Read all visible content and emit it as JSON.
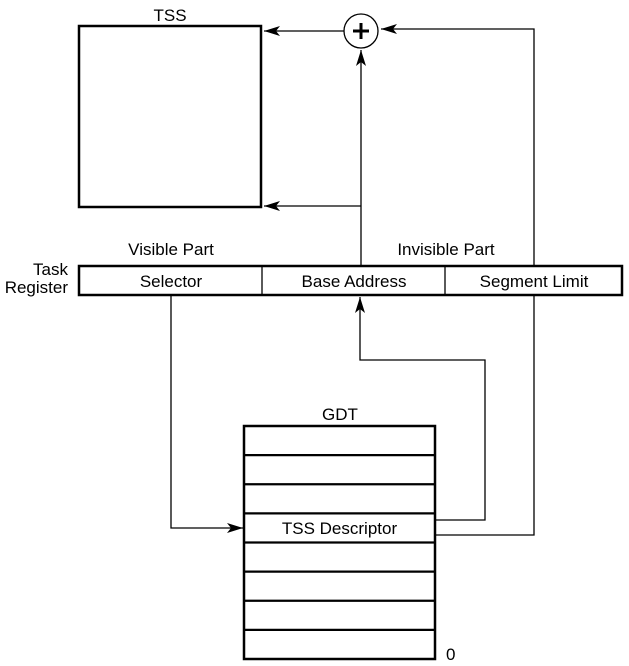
{
  "tss": {
    "label": "TSS"
  },
  "adder": {
    "symbol": "+"
  },
  "task_register": {
    "label_line1": "Task",
    "label_line2": "Register",
    "visible_part_label": "Visible Part",
    "invisible_part_label": "Invisible Part",
    "fields": [
      {
        "label": "Selector"
      },
      {
        "label": "Base Address"
      },
      {
        "label": "Segment Limit"
      }
    ]
  },
  "gdt": {
    "label": "GDT",
    "rows": [
      "",
      "",
      "",
      "TSS Descriptor",
      "",
      "",
      "",
      ""
    ],
    "index_zero_label": "0"
  },
  "colors": {
    "line": "#000000",
    "background": "#ffffff"
  }
}
